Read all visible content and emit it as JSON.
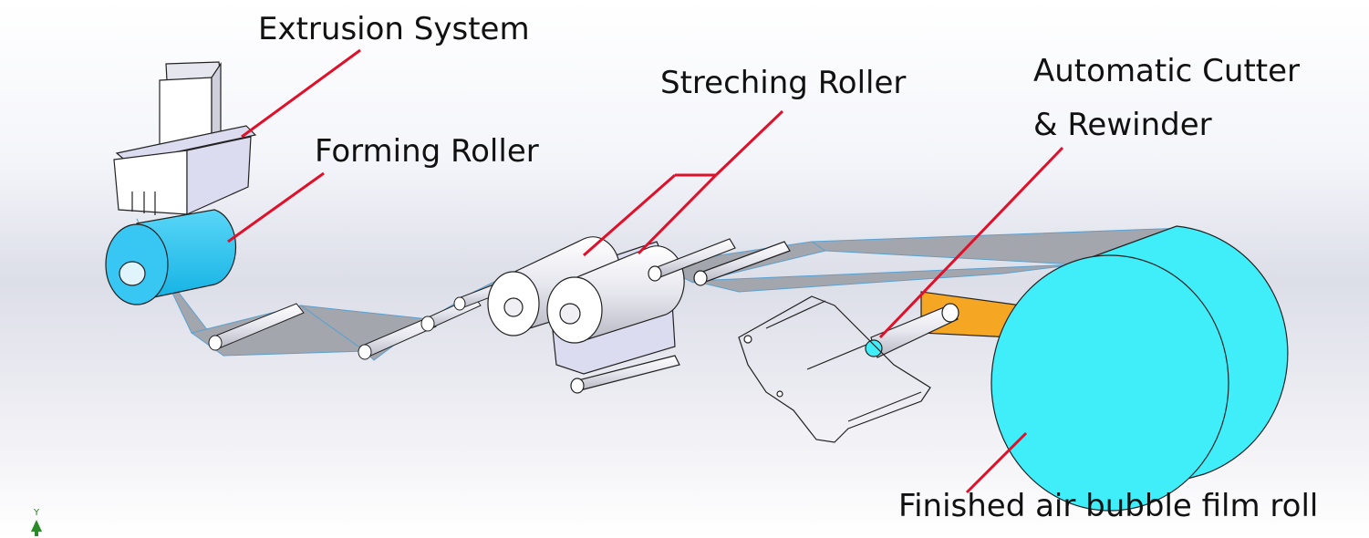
{
  "labels": {
    "extrusion_system": "Extrusion System",
    "forming_roller": "Forming Roller",
    "stretching_roller": "Streching Roller",
    "cutter_line1": "Automatic Cutter",
    "cutter_line2": "& Rewinder",
    "finished_roll": "Finished air bubble film roll"
  },
  "axis_indicator": "Y",
  "colors": {
    "callout": "#e0102a",
    "forming_roller": "#2ec6f2",
    "finished_roll": "#40eefa",
    "arm": "#f5a623",
    "film": "#a4a6ae",
    "extruder": "#dcdcf0"
  }
}
